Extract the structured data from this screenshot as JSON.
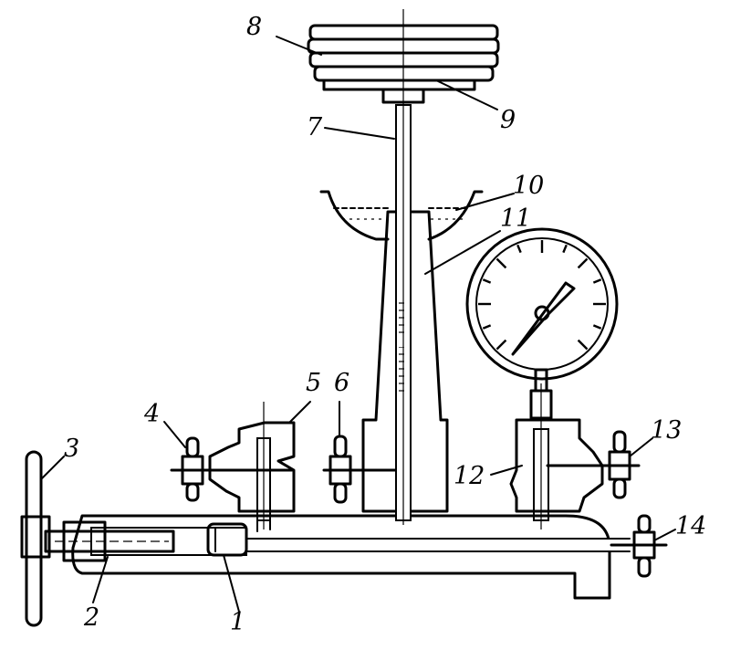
{
  "diagram": {
    "labels": [
      {
        "id": "1",
        "text": "1"
      },
      {
        "id": "2",
        "text": "2"
      },
      {
        "id": "3",
        "text": "3"
      },
      {
        "id": "4",
        "text": "4"
      },
      {
        "id": "5",
        "text": "5"
      },
      {
        "id": "6",
        "text": "6"
      },
      {
        "id": "7",
        "text": "7"
      },
      {
        "id": "8",
        "text": "8"
      },
      {
        "id": "9",
        "text": "9"
      },
      {
        "id": "10",
        "text": "10"
      },
      {
        "id": "11",
        "text": "11"
      },
      {
        "id": "12",
        "text": "12"
      },
      {
        "id": "13",
        "text": "13"
      },
      {
        "id": "14",
        "text": "14"
      }
    ]
  }
}
